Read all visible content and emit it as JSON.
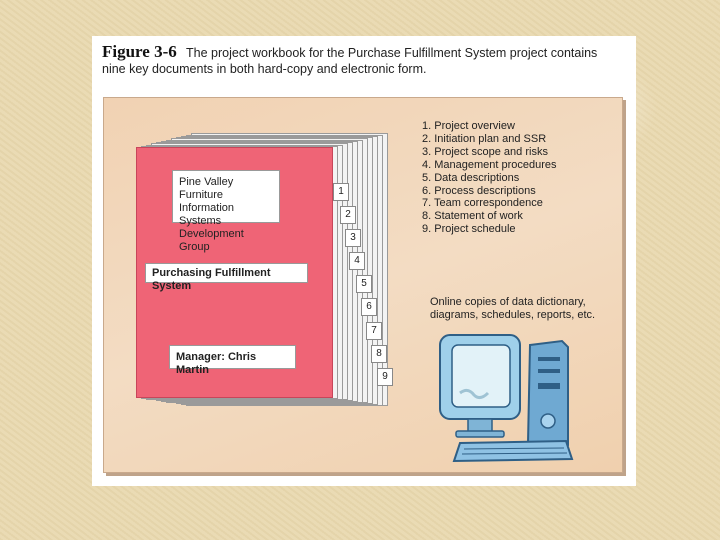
{
  "caption": {
    "figure_label": "Figure 3-6",
    "text": "The project workbook for the Purchase Fulfillment System project contains nine key documents in both hard-copy and electronic form."
  },
  "binder": {
    "company_lines": [
      "Pine Valley Furniture",
      "Information Systems",
      "Development Group"
    ],
    "system_name": "Purchasing Fulfillment System",
    "manager": "Manager: Chris Martin",
    "tabs": [
      "1",
      "2",
      "3",
      "4",
      "5",
      "6",
      "7",
      "8",
      "9"
    ]
  },
  "documents": [
    "1. Project overview",
    "2. Initiation plan and SSR",
    "3. Project scope and risks",
    "4. Management procedures",
    "5. Data descriptions",
    "6. Process descriptions",
    "7. Team correspondence",
    "8. Statement of work",
    "9. Project schedule"
  ],
  "online_note": "Online copies of data dictionary, diagrams, schedules, reports, etc.",
  "colors": {
    "binder": "#ef6476",
    "panel": "#f2d6b9",
    "monitor_body": "#9fd0ea",
    "screen": "#e2f2f8"
  }
}
